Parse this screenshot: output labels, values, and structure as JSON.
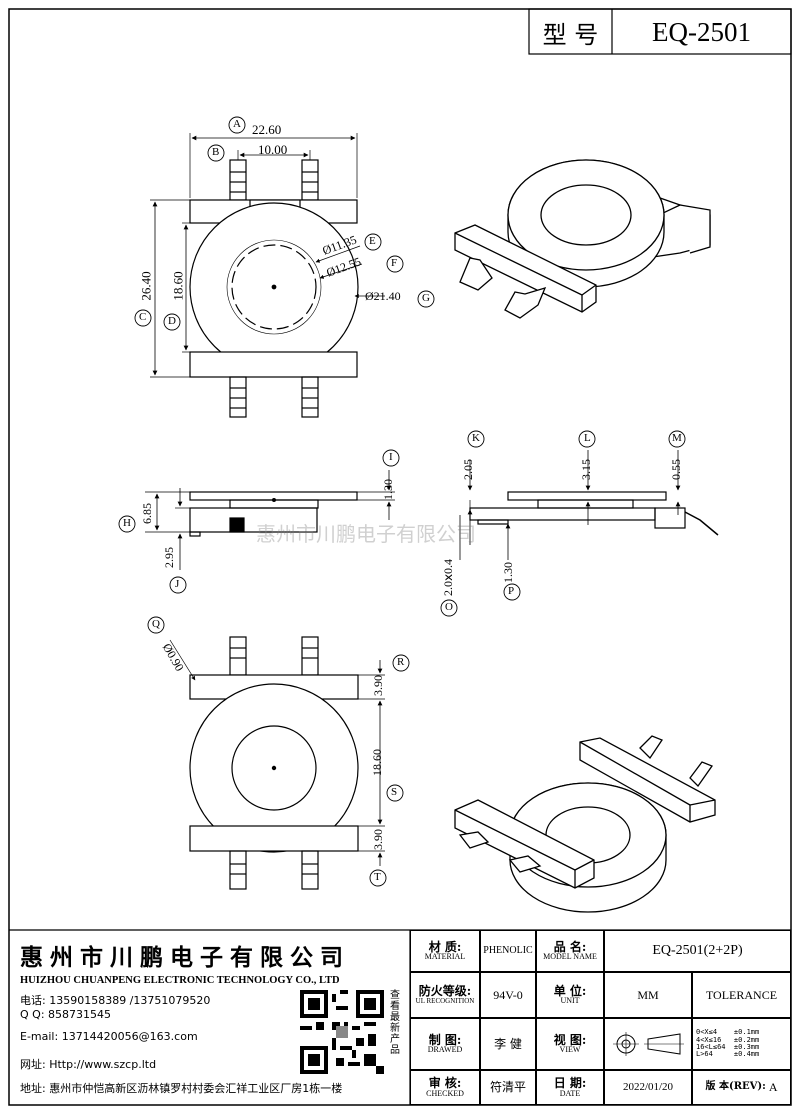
{
  "header": {
    "model_label": "型 号",
    "model_value": "EQ-2501"
  },
  "top_view": {
    "dim_a": "22.60",
    "dim_b": "10.00",
    "dim_c": "26.40",
    "dim_d": "18.60",
    "dim_e": "Ø11.35",
    "dim_f": "Ø12.55",
    "dim_g": "Ø21.40",
    "markers": [
      "A",
      "B",
      "C",
      "D",
      "E",
      "F",
      "G"
    ]
  },
  "side_view_1": {
    "dim_i": "1.30",
    "dim_h": "6.85",
    "dim_j": "2.95",
    "markers": [
      "H",
      "I",
      "J"
    ]
  },
  "side_view_2": {
    "dim_k": "2.05",
    "dim_l": "3.15",
    "dim_m": "0.55",
    "dim_o": "2.0ⅹ0.4",
    "dim_p": "1.30",
    "markers": [
      "K",
      "L",
      "M",
      "O",
      "P"
    ]
  },
  "bottom_view": {
    "dim_q": "Ø0.90",
    "dim_r": "3.90",
    "dim_s": "18.60",
    "dim_t": "3.90",
    "markers": [
      "Q",
      "R",
      "S",
      "T"
    ]
  },
  "watermark": "惠州市川鹏电子有限公司",
  "company": {
    "name_cn": "惠州市川鹏电子有限公司",
    "name_en": "HUIZHOU CHUANPENG ELECTRONIC TECHNOLOGY CO., LTD",
    "phone": "电话: 13590158389 /13751079520",
    "qq": "Q Q:  858731545",
    "email": "E-mail: 13714420056@163.com",
    "website": "网址: Http://www.szcp.ltd",
    "address": "地址: 惠州市仲恺高新区沥林镇罗村村委会汇祥工业区厂房1栋一楼",
    "qr_note": "查看最新产品"
  },
  "title_block": {
    "material_cn": "材 质:",
    "material_en": "MATERIAL",
    "material_value": "PHENOLIC",
    "model_cn": "品 名:",
    "model_en": "MODEL NAME",
    "model_value": "EQ-2501(2+2P)",
    "flame_cn": "防火等级:",
    "flame_en": "UL RECOGNITION",
    "flame_value": "94V-0",
    "unit_cn": "单 位:",
    "unit_en": "UNIT",
    "unit_value": "MM",
    "tolerance_label": "TOLERANCE",
    "drawn_cn": "制 图:",
    "drawn_en": "DRAWED",
    "drawn_value": "李 健",
    "view_cn": "视 图:",
    "view_en": "VIEW",
    "tolerance_lines": [
      "0<X≤4    ±0.1mm",
      "4<X≤16   ±0.2mm",
      "16<L≤64  ±0.3mm",
      "L>64     ±0.4mm"
    ],
    "checked_cn": "审 核:",
    "checked_en": "CHECKED",
    "checked_value": "符清平",
    "date_cn": "日 期:",
    "date_en": "DATE",
    "date_value": "2022/01/20",
    "rev_label": "版 本(REV):",
    "rev_value": "A"
  }
}
